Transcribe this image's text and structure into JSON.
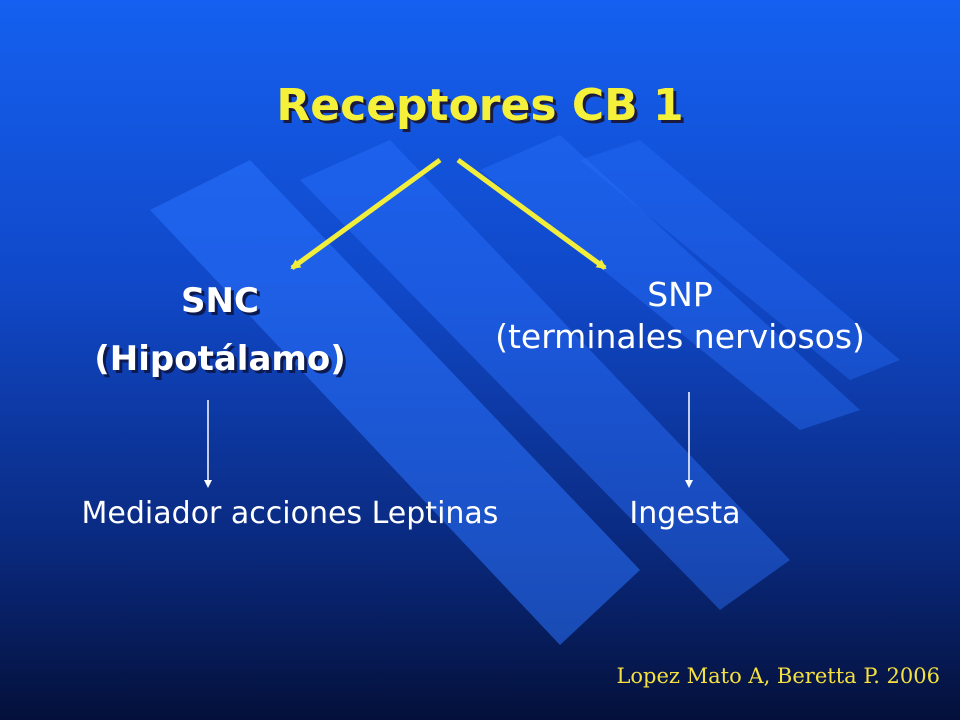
{
  "slide": {
    "title": "Receptores CB 1",
    "left_branch": {
      "name": "SNC",
      "detail": "(Hipotálamo)",
      "outcome": "Mediador acciones Leptinas"
    },
    "right_branch": {
      "name": "SNP",
      "detail": "(terminales nerviosos)",
      "outcome": "Ingesta"
    },
    "citation": "Lopez Mato A,  Beretta P. 2006"
  },
  "colors": {
    "background_top": "#1560f0",
    "background_bottom": "#04103a",
    "title": "#f5f03a",
    "arrow_primary": "#f2ef3c",
    "arrow_secondary": "#ffffff",
    "citation": "#f5e040"
  }
}
